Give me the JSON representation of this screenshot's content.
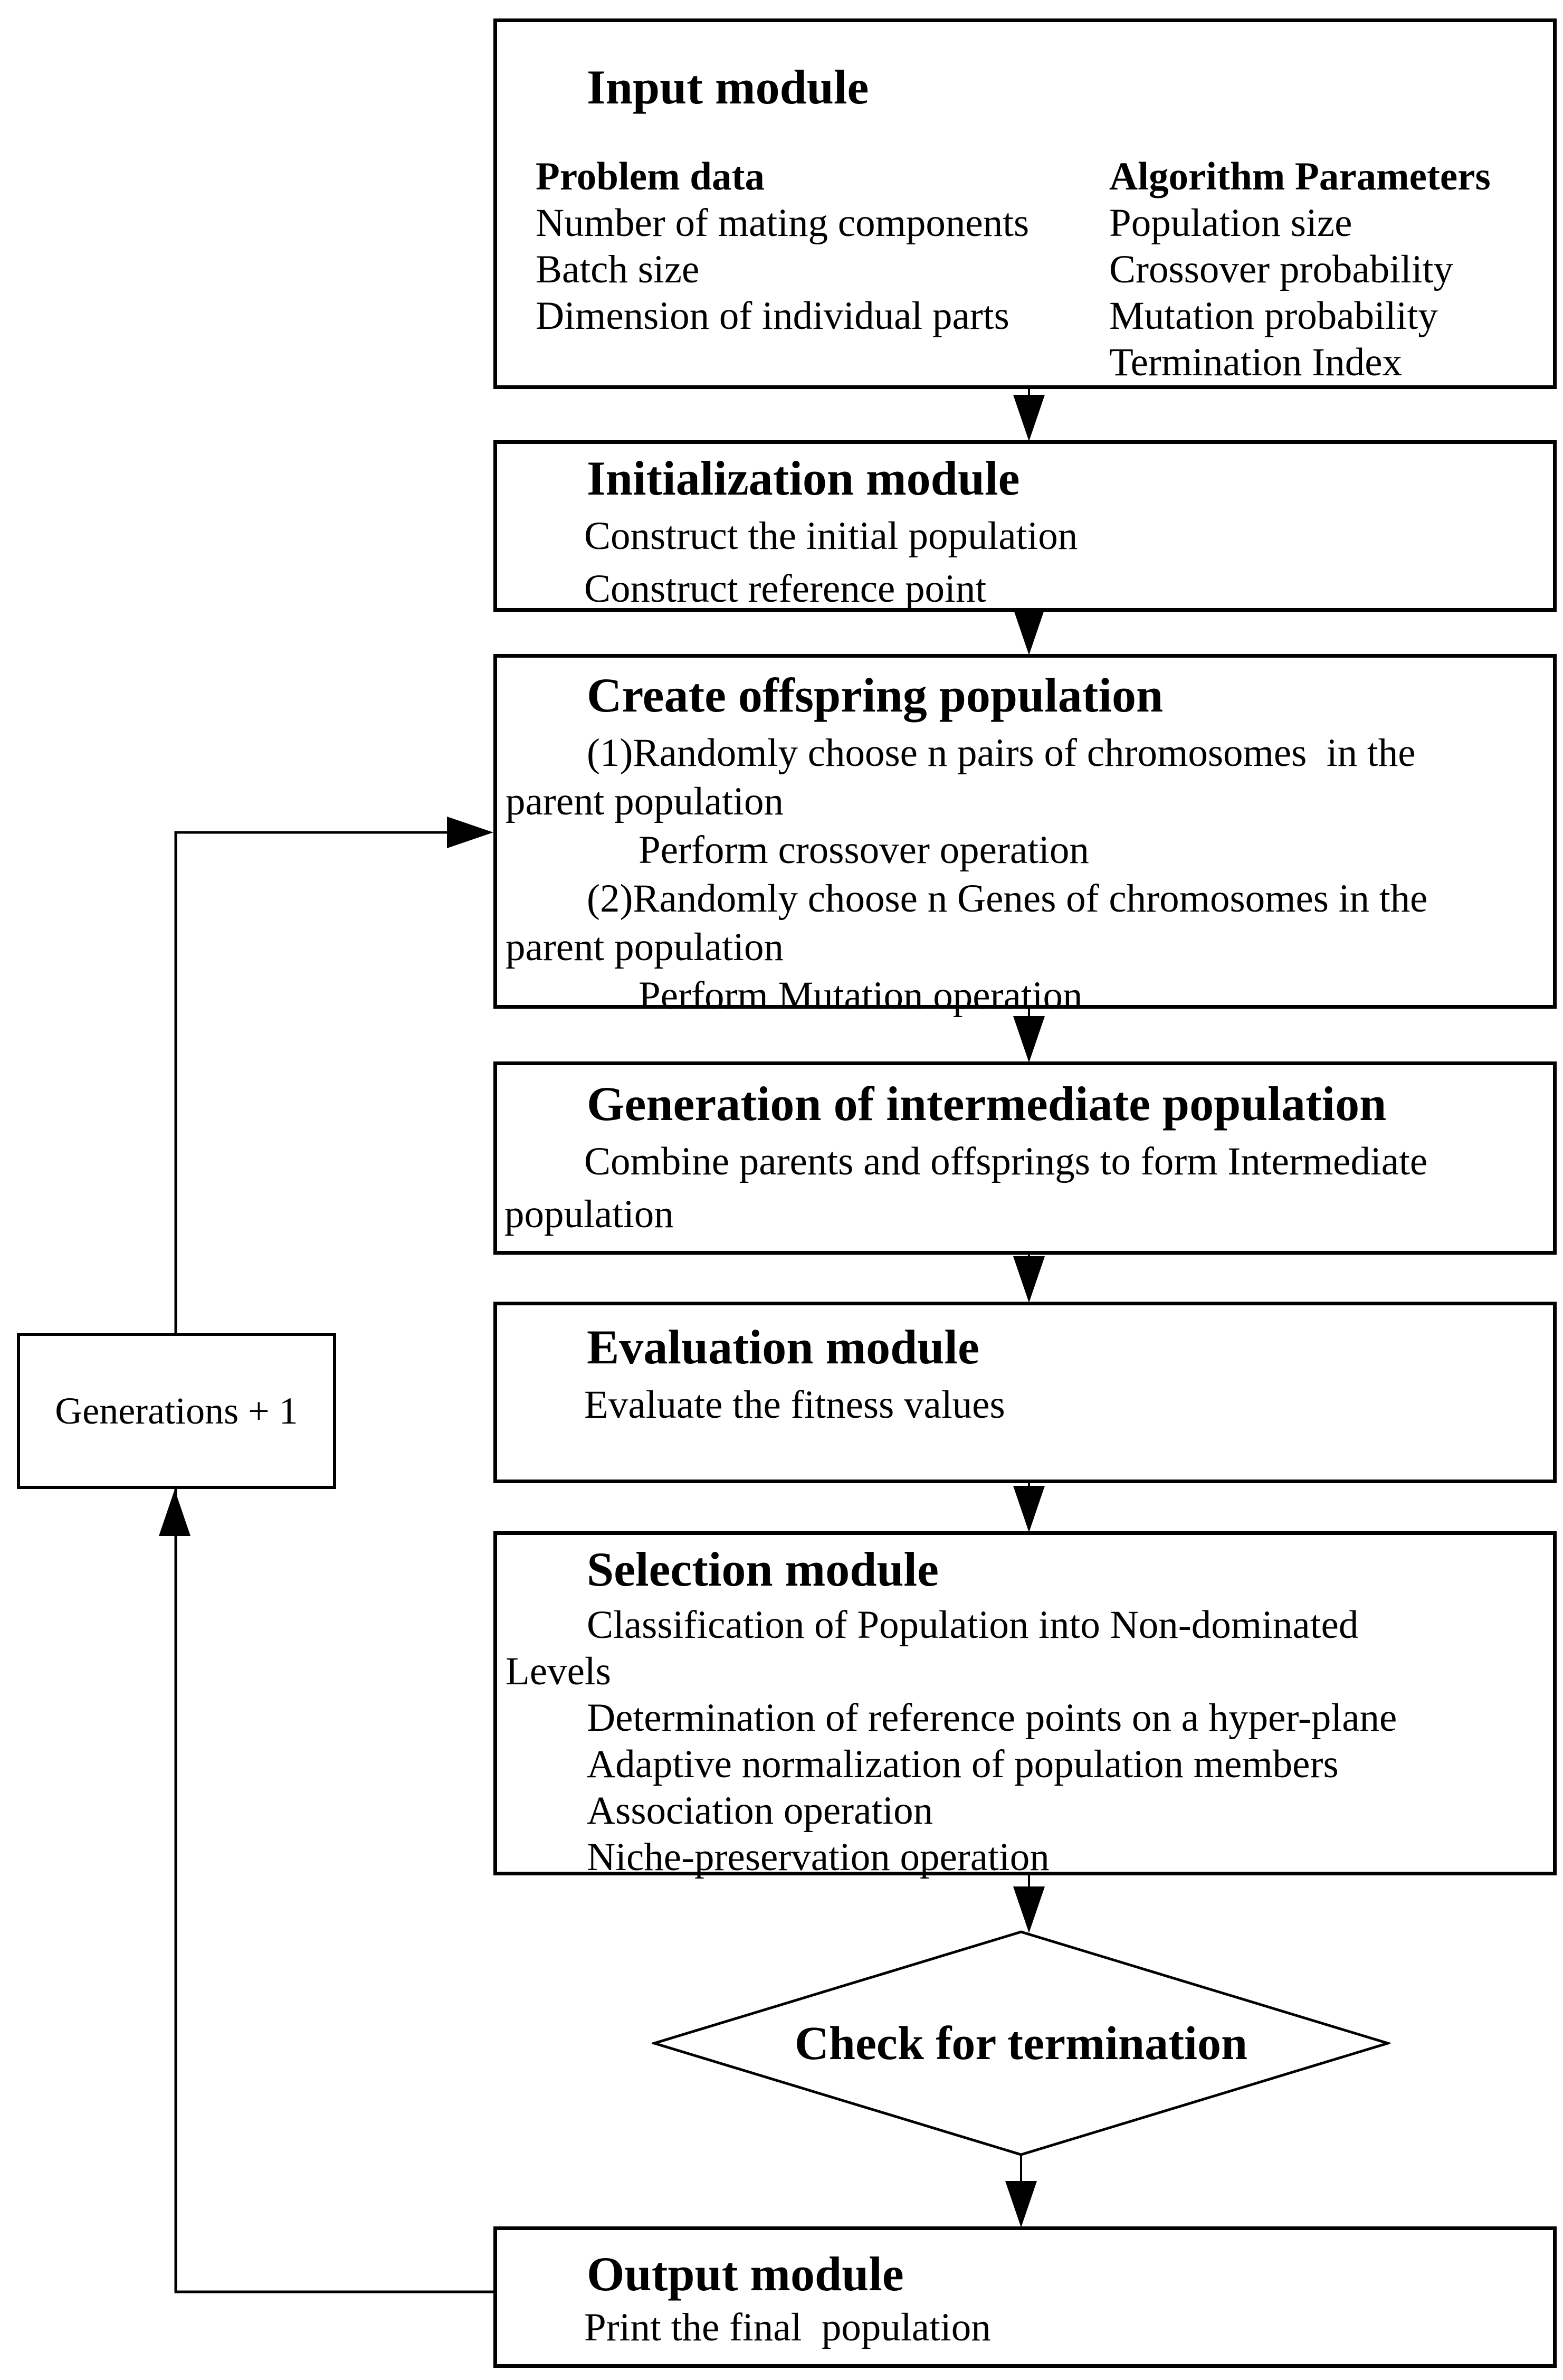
{
  "page": {
    "background_color": "#ffffff",
    "ink_color": "#000000"
  },
  "input_box": {
    "title": "Input module",
    "left_column": {
      "header": "Problem data",
      "items": [
        "Number of mating components",
        "Batch size",
        "Dimension of individual parts"
      ]
    },
    "right_column": {
      "header": "Algorithm Parameters",
      "items": [
        "Population size",
        "Crossover probability",
        "Mutation probability",
        "Termination Index"
      ]
    }
  },
  "initialization_box": {
    "title": "Initialization module",
    "lines": [
      "Construct the initial population",
      "Construct reference point"
    ]
  },
  "offspring_box": {
    "title": "Create offspring population",
    "lines": [
      "(1)Randomly choose n pairs of chromosomes  in the",
      "parent population",
      "Perform crossover operation",
      "(2)Randomly choose n Genes of chromosomes in the",
      "parent population",
      "Perform Mutation operation"
    ]
  },
  "intermediate_box": {
    "title": "Generation of intermediate population",
    "lines": [
      "Combine parents and offsprings to form Intermediate",
      "population"
    ]
  },
  "evaluation_box": {
    "title": "Evaluation module",
    "lines": [
      "Evaluate the fitness values"
    ]
  },
  "selection_box": {
    "title": "Selection module",
    "lines": [
      "Classification of Population into Non-dominated",
      "Levels",
      "Determination of reference points on a hyper-plane",
      "Adaptive normalization of population members",
      "Association operation",
      "Niche-preservation operation"
    ]
  },
  "decision": {
    "label": "Check for termination"
  },
  "output_box": {
    "title": "Output module",
    "lines": [
      "Print the final  population"
    ]
  },
  "loop": {
    "label": "Generations + 1"
  }
}
